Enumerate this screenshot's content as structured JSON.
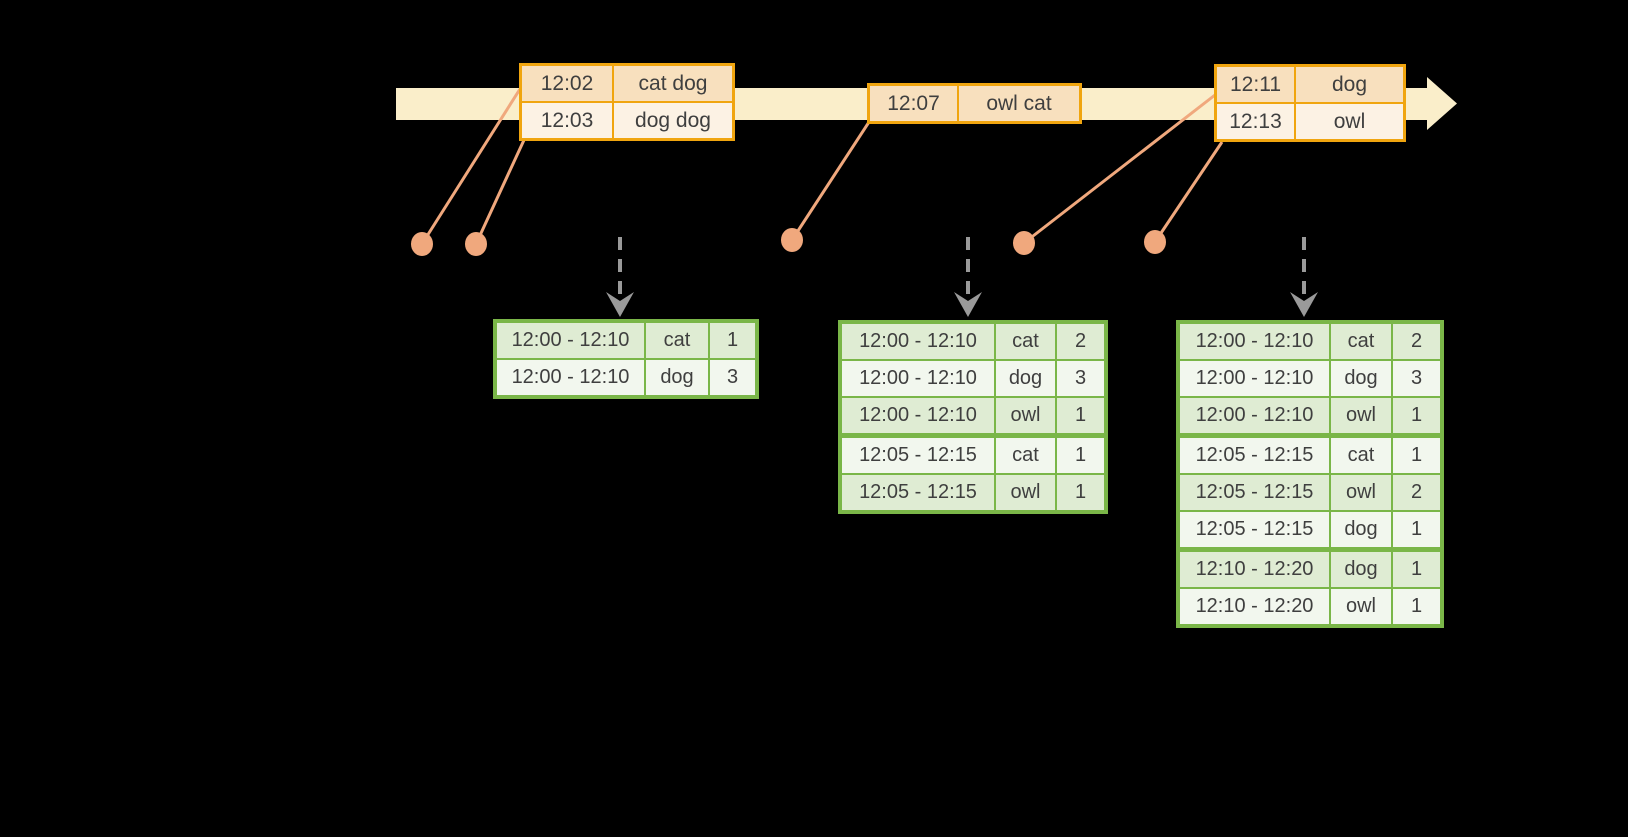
{
  "colors": {
    "band": "#FAEECA",
    "amber": "#F0A50F",
    "peachDark": "#F8E0BE",
    "peachLight": "#FCF2E4",
    "salmon": "#F0A87D",
    "gray": "#9A9A9A",
    "green": "#7AB648",
    "greenDark": "#DFECD3",
    "greenLight": "#F2F7EE",
    "text": "#3F3F3F",
    "background": "#000000"
  },
  "timeline": {
    "event_tables": [
      {
        "rows": [
          {
            "time": "12:02",
            "words": "cat dog"
          },
          {
            "time": "12:03",
            "words": "dog dog"
          }
        ]
      },
      {
        "rows": [
          {
            "time": "12:07",
            "words": "owl cat"
          }
        ]
      },
      {
        "rows": [
          {
            "time": "12:11",
            "words": "dog"
          },
          {
            "time": "12:13",
            "words": "owl"
          }
        ]
      }
    ]
  },
  "result_tables": [
    {
      "rows": [
        {
          "window": "12:00 - 12:10",
          "word": "cat",
          "count": "1"
        },
        {
          "window": "12:00 - 12:10",
          "word": "dog",
          "count": "3"
        }
      ]
    },
    {
      "rows": [
        {
          "window": "12:00 - 12:10",
          "word": "cat",
          "count": "2"
        },
        {
          "window": "12:00 - 12:10",
          "word": "dog",
          "count": "3"
        },
        {
          "window": "12:00 - 12:10",
          "word": "owl",
          "count": "1"
        },
        {
          "window": "12:05 - 12:15",
          "word": "cat",
          "count": "1"
        },
        {
          "window": "12:05 - 12:15",
          "word": "owl",
          "count": "1"
        }
      ]
    },
    {
      "rows": [
        {
          "window": "12:00 - 12:10",
          "word": "cat",
          "count": "2"
        },
        {
          "window": "12:00 - 12:10",
          "word": "dog",
          "count": "3"
        },
        {
          "window": "12:00 - 12:10",
          "word": "owl",
          "count": "1"
        },
        {
          "window": "12:05 - 12:15",
          "word": "cat",
          "count": "1"
        },
        {
          "window": "12:05 - 12:15",
          "word": "owl",
          "count": "2"
        },
        {
          "window": "12:05 - 12:15",
          "word": "dog",
          "count": "1"
        },
        {
          "window": "12:10 - 12:20",
          "word": "dog",
          "count": "1"
        },
        {
          "window": "12:10 - 12:20",
          "word": "owl",
          "count": "1"
        }
      ]
    }
  ]
}
